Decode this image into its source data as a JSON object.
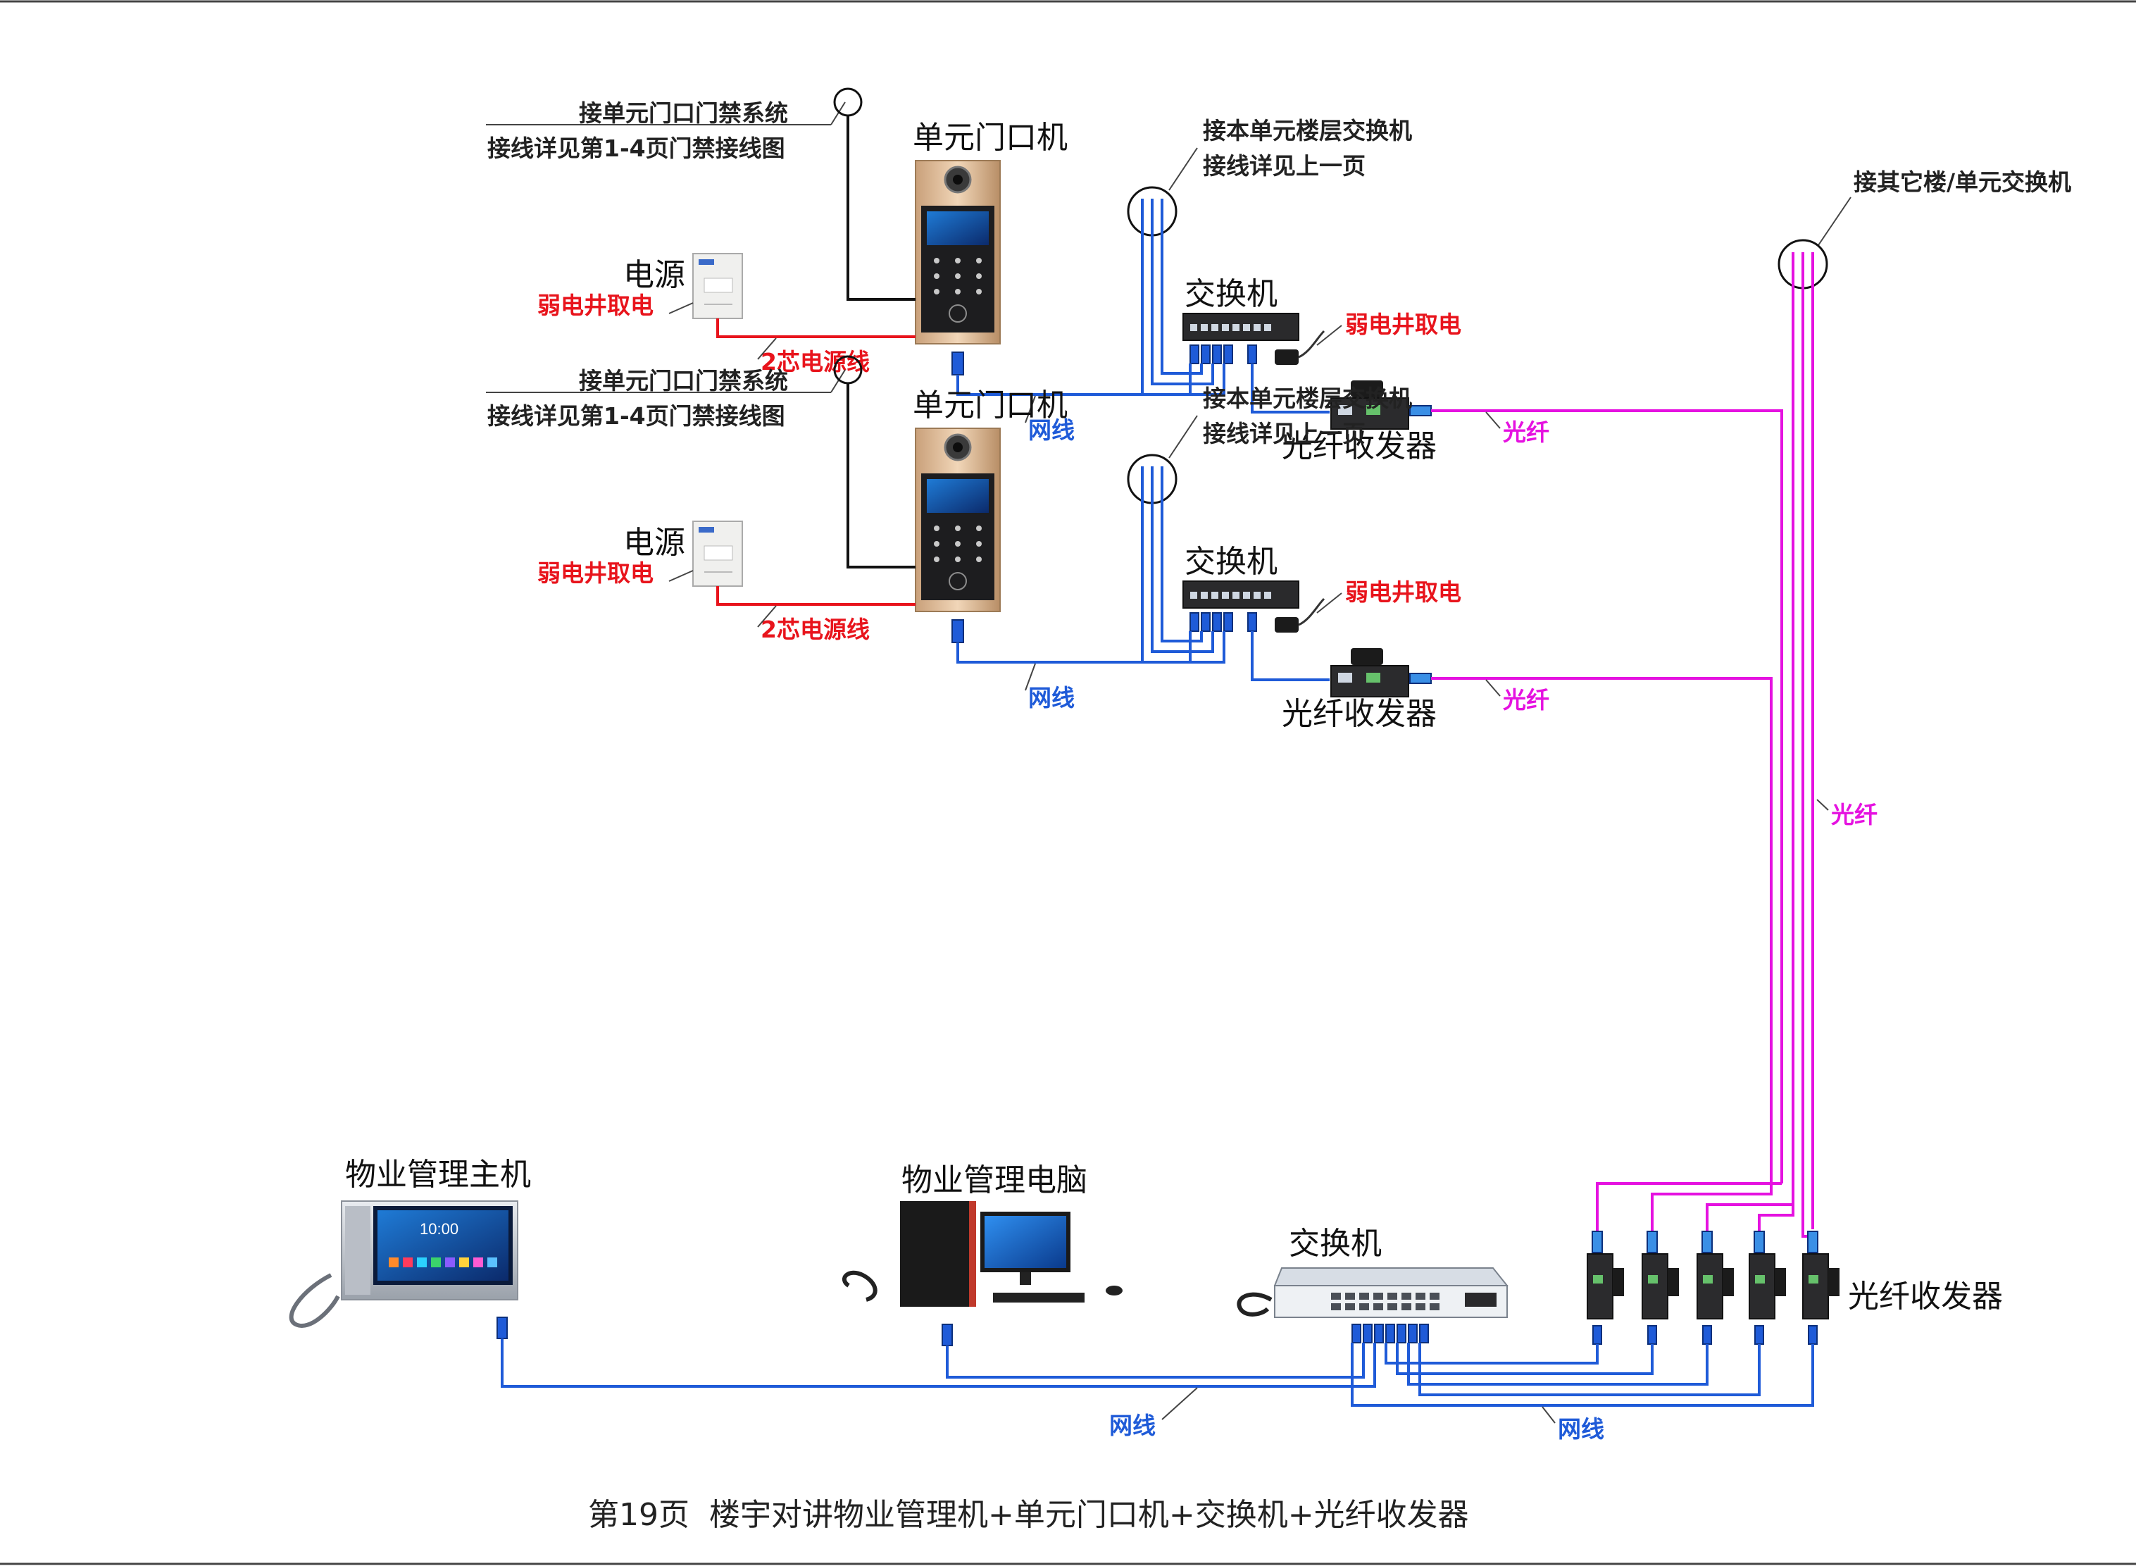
{
  "units": [
    {
      "access_note_line1": "接单元门口门禁系统",
      "access_note_line2": "接线详见第1-4页门禁接线图",
      "door_station_label": "单元门口机",
      "floor_switch_note_line1": "接本单元楼层交换机",
      "floor_switch_note_line2": "接线详见上一页",
      "switch_label": "交换机",
      "power_label": "电源",
      "power_source_note": "弱电井取电",
      "power_cable_label": "2芯电源线",
      "switch_power_note": "弱电井取电",
      "network_cable_label": "网线",
      "transceiver_label": "光纤收发器",
      "fiber_label": "光纤"
    },
    {
      "access_note_line1": "接单元门口门禁系统",
      "access_note_line2": "接线详见第1-4页门禁接线图",
      "door_station_label": "单元门口机",
      "floor_switch_note_line1": "接本单元楼层交换机",
      "floor_switch_note_line2": "接线详见上一页",
      "switch_label": "交换机",
      "power_label": "电源",
      "power_source_note": "弱电井取电",
      "power_cable_label": "2芯电源线",
      "switch_power_note": "弱电井取电",
      "network_cable_label": "网线",
      "transceiver_label": "光纤收发器",
      "fiber_label": "光纤"
    }
  ],
  "other_building_note": "接其它楼/单元交换机",
  "trunk_fiber_label": "光纤",
  "management": {
    "host_label": "物业管理主机",
    "host_screen_time": "10:00",
    "pc_label": "物业管理电脑",
    "switch_label": "交换机",
    "transceiver_label": "光纤收发器",
    "network_cable_left_label": "网线",
    "network_cable_right_label": "网线"
  },
  "footer": {
    "caption": "第19页  楼宇对讲物业管理机+单元门口机+交换机+光纤收发器"
  },
  "colors": {
    "network_cable": "#1f5bd8",
    "fiber": "#e512e0",
    "power_cable": "#e8141c",
    "signal_cable": "#111111"
  }
}
